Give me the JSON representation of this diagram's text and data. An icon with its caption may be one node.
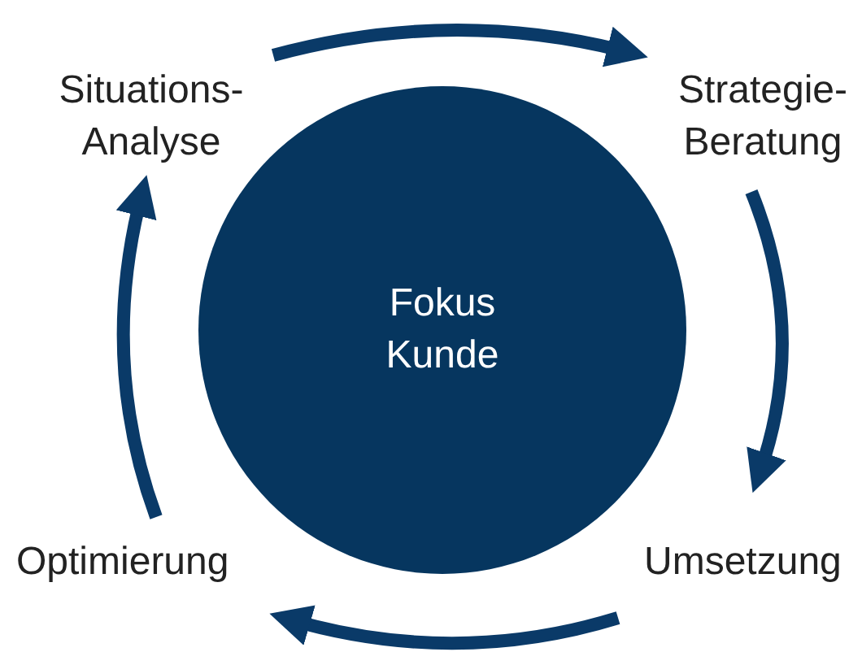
{
  "diagram": {
    "nodes": [
      {
        "text": [
          "Fokus Kunde"
        ]
      },
      {
        "text": [
          "Situations- Analyse"
        ]
      },
      {
        "text": [
          "Strategie- Beratung"
        ]
      },
      {
        "text": [
          "Umsetzung"
        ]
      },
      {
        "text": [
          "Optimierung"
        ]
      }
    ],
    "edges": [
      {
        "from": 1,
        "to": 2,
        "arrow": "to"
      },
      {
        "from": 2,
        "to": 3,
        "arrow": "to"
      },
      {
        "from": 3,
        "to": 4,
        "arrow": "to"
      },
      {
        "from": 4,
        "to": 1,
        "arrow": "to"
      }
    ]
  }
}
